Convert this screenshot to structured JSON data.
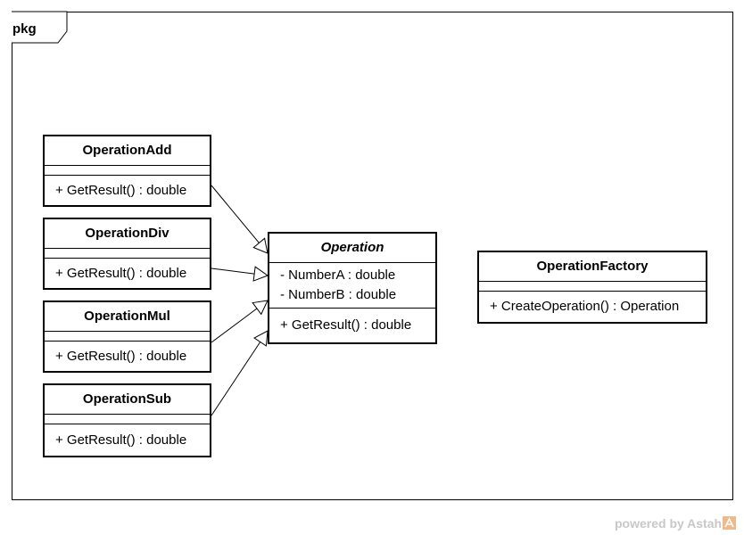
{
  "diagram": {
    "frame_label": "pkg",
    "classes": [
      {
        "id": "operation-add",
        "name": "OperationAdd",
        "abstract": false,
        "attributes": [],
        "operations": [
          "+ GetResult() : double"
        ]
      },
      {
        "id": "operation-div",
        "name": "OperationDiv",
        "abstract": false,
        "attributes": [],
        "operations": [
          "+ GetResult() : double"
        ]
      },
      {
        "id": "operation-mul",
        "name": "OperationMul",
        "abstract": false,
        "attributes": [],
        "operations": [
          "+ GetResult() : double"
        ]
      },
      {
        "id": "operation-sub",
        "name": "OperationSub",
        "abstract": false,
        "attributes": [],
        "operations": [
          "+ GetResult() : double"
        ]
      },
      {
        "id": "operation",
        "name": "Operation",
        "abstract": true,
        "attributes": [
          "- NumberA : double",
          "- NumberB : double"
        ],
        "operations": [
          "+ GetResult() : double"
        ]
      },
      {
        "id": "operation-factory",
        "name": "OperationFactory",
        "abstract": false,
        "attributes": [],
        "operations": [
          "+ CreateOperation() : Operation"
        ]
      }
    ],
    "generalizations": [
      {
        "from": "operation-add",
        "to": "operation"
      },
      {
        "from": "operation-div",
        "to": "operation"
      },
      {
        "from": "operation-mul",
        "to": "operation"
      },
      {
        "from": "operation-sub",
        "to": "operation"
      }
    ]
  },
  "watermark": {
    "text": "powered by Astah",
    "logo_color": "#f0b98a"
  }
}
